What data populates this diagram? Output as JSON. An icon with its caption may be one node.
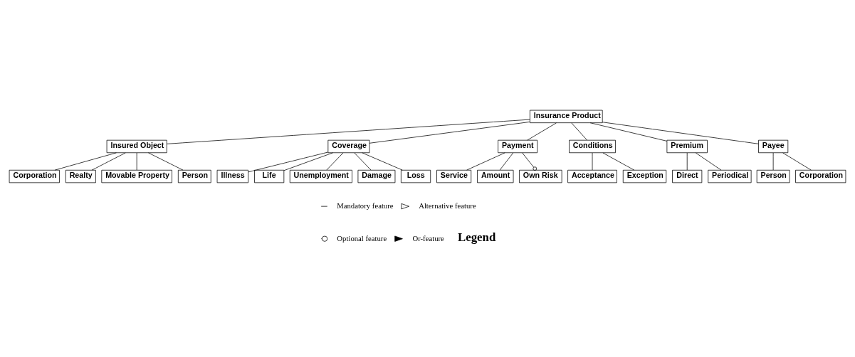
{
  "diagram": {
    "nodes": [
      {
        "text": [
          "Insurance Product"
        ]
      },
      {
        "text": [
          "Insured Object"
        ]
      },
      {
        "text": [
          "Coverage"
        ]
      },
      {
        "text": [
          "Payment"
        ]
      },
      {
        "text": [
          "Conditions"
        ]
      },
      {
        "text": [
          "Premium"
        ]
      },
      {
        "text": [
          "Payee"
        ]
      },
      {
        "text": [
          "Corporation"
        ]
      },
      {
        "text": [
          "Realty"
        ]
      },
      {
        "text": [
          "Movable Property"
        ]
      },
      {
        "text": [
          "Person"
        ]
      },
      {
        "text": [
          "Illness"
        ]
      },
      {
        "text": [
          "Life"
        ]
      },
      {
        "text": [
          "Unemployment"
        ]
      },
      {
        "text": [
          "Damage"
        ]
      },
      {
        "text": [
          "Loss"
        ]
      },
      {
        "text": [
          "Service"
        ]
      },
      {
        "text": [
          "Amount"
        ]
      },
      {
        "text": [
          "Own Risk"
        ]
      },
      {
        "text": [
          "Acceptance"
        ]
      },
      {
        "text": [
          "Exception"
        ]
      },
      {
        "text": [
          "Direct"
        ]
      },
      {
        "text": [
          "Periodical"
        ]
      },
      {
        "text": [
          "Person"
        ]
      },
      {
        "text": [
          "Corporation"
        ]
      }
    ],
    "edges": [
      {
        "from": 0,
        "to": 1,
        "arrow": "none"
      },
      {
        "from": 0,
        "to": 2,
        "arrow": "none"
      },
      {
        "from": 0,
        "to": 3,
        "arrow": "none"
      },
      {
        "from": 0,
        "to": 4,
        "arrow": "none"
      },
      {
        "from": 0,
        "to": 5,
        "arrow": "none"
      },
      {
        "from": 0,
        "to": 6,
        "arrow": "none"
      },
      {
        "from": 1,
        "to": 7,
        "arrow": "none"
      },
      {
        "from": 1,
        "to": 8,
        "arrow": "none"
      },
      {
        "from": 1,
        "to": 9,
        "arrow": "none"
      },
      {
        "from": 1,
        "to": 10,
        "arrow": "none"
      },
      {
        "from": 2,
        "to": 11,
        "arrow": "none"
      },
      {
        "from": 2,
        "to": 12,
        "arrow": "none"
      },
      {
        "from": 2,
        "to": 13,
        "arrow": "none"
      },
      {
        "from": 2,
        "to": 14,
        "arrow": "none"
      },
      {
        "from": 2,
        "to": 15,
        "arrow": "none"
      },
      {
        "from": 3,
        "to": 16,
        "arrow": "none"
      },
      {
        "from": 3,
        "to": 17,
        "arrow": "none"
      },
      {
        "from": 3,
        "to": 18,
        "arrow": "other"
      },
      {
        "from": 4,
        "to": 19,
        "arrow": "none"
      },
      {
        "from": 4,
        "to": 20,
        "arrow": "none"
      },
      {
        "from": 5,
        "to": 21,
        "arrow": "none"
      },
      {
        "from": 5,
        "to": 22,
        "arrow": "none"
      },
      {
        "from": 6,
        "to": 23,
        "arrow": "none"
      },
      {
        "from": 6,
        "to": 24,
        "arrow": "none"
      }
    ],
    "labels": [
      "Legend"
    ],
    "legend": [
      {
        "text": "Mandatory feature"
      },
      {
        "text": "Alternative feature"
      },
      {
        "text": "Optional feature"
      },
      {
        "text": "Or-feature"
      }
    ]
  }
}
